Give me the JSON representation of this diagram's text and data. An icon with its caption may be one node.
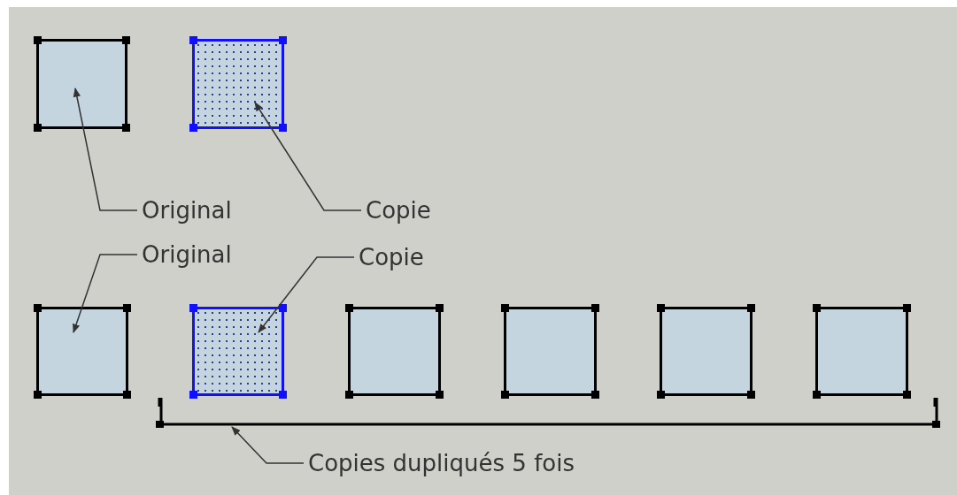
{
  "diagram": {
    "nodes": [
      {
        "text": [],
        "shape": "box"
      },
      {
        "text": [],
        "shape": "box"
      },
      {
        "text": [
          "Original"
        ]
      },
      {
        "text": [
          "Copie"
        ]
      },
      {
        "text": [
          "Original"
        ]
      },
      {
        "text": [
          "Copie"
        ]
      },
      {
        "text": [],
        "shape": "box"
      },
      {
        "text": [],
        "shape": "box"
      },
      {
        "text": [],
        "shape": "box"
      },
      {
        "text": [],
        "shape": "box"
      },
      {
        "text": [],
        "shape": "box"
      },
      {
        "text": [],
        "shape": "box"
      },
      {
        "text": [],
        "shape": "bar"
      },
      {
        "text": [
          "Copies dupliqués 5 fois"
        ]
      }
    ],
    "edges": [
      {
        "from": 2,
        "to": 0,
        "arrow": "to"
      },
      {
        "from": 3,
        "to": 1,
        "arrow": "to"
      },
      {
        "from": 4,
        "to": 6,
        "arrow": "to"
      },
      {
        "from": 5,
        "to": 7,
        "arrow": "to"
      },
      {
        "from": 13,
        "to": 12,
        "arrow": "to"
      }
    ]
  }
}
